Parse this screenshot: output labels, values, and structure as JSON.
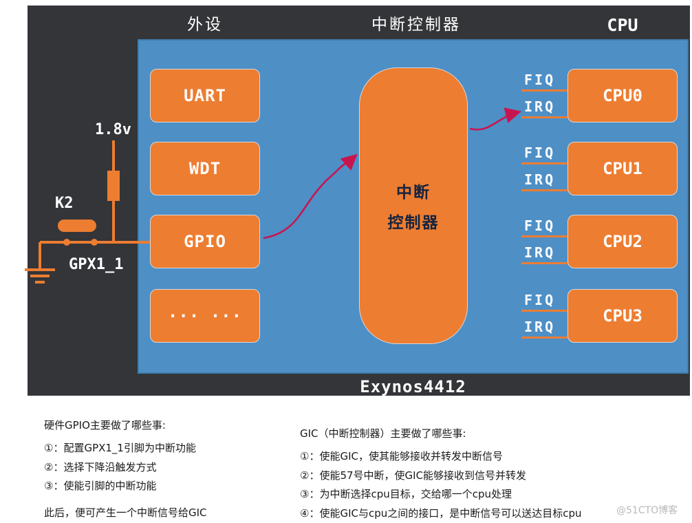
{
  "colors": {
    "panel_dark": "#333538",
    "panel_blue": "#4e8fc6",
    "box_orange": "#ed7d31",
    "arrow": "#c7164f",
    "controller_text": "#16233f"
  },
  "diagram": {
    "headers": {
      "peripherals": "外设",
      "interrupt_controller": "中断控制器",
      "cpu": "CPU"
    },
    "peripherals": [
      "UART",
      "WDT",
      "GPIO",
      "··· ···"
    ],
    "controller": {
      "line1": "中断",
      "line2": "控制器"
    },
    "signals": {
      "fiq": "FIQ",
      "irq": "IRQ"
    },
    "cpus": [
      {
        "name": "CPU0"
      },
      {
        "name": "CPU1"
      },
      {
        "name": "CPU2"
      },
      {
        "name": "CPU3"
      }
    ],
    "chip_label": "Exynos4412",
    "circuit": {
      "voltage": "1.8v",
      "button": "K2",
      "pin": "GPX1_1"
    }
  },
  "notes": {
    "gpio": {
      "title": "硬件GPIO主要做了哪些事:",
      "items": [
        "①：配置GPX1_1引脚为中断功能",
        "②：选择下降沿触发方式",
        "③：使能引脚的中断功能"
      ],
      "footer": "此后，便可产生一个中断信号给GIC"
    },
    "gic": {
      "title": "GIC（中断控制器）主要做了哪些事:",
      "items": [
        "①：使能GIC，使其能够接收并转发中断信号",
        "②：使能57号中断，使GIC能够接收到信号并转发",
        "③：为中断选择cpu目标，交给哪一个cpu处理",
        "④：使能GIC与cpu之间的接口，是中断信号可以送达目标cpu"
      ]
    }
  },
  "watermark": "@51CTO博客"
}
